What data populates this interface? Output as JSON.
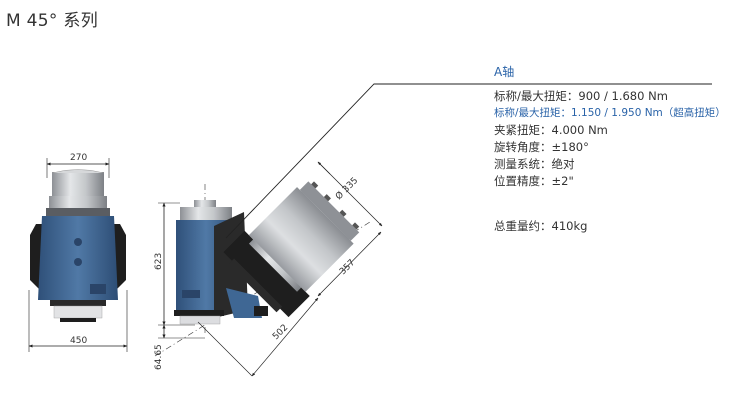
{
  "title": "M 45°  系列",
  "spec_panel": {
    "axis_title": "A轴",
    "rows": [
      {
        "text": "标称/最大扭矩：900 / 1.680 Nm",
        "highlight": false
      },
      {
        "text": "标称/最大扭矩：1.150 / 1.950 Nm（超高扭矩）",
        "highlight": true
      },
      {
        "text": "夹紧扭矩：4.000 Nm",
        "highlight": false
      },
      {
        "text": "旋转角度：±180°",
        "highlight": false
      },
      {
        "text": "测量系统：绝对",
        "highlight": false
      },
      {
        "text": "位置精度：±2\"",
        "highlight": false
      }
    ],
    "weight": "总重量约：410kg"
  },
  "dimensions": {
    "front_top_width": "270",
    "front_bottom_width": "450",
    "side_height": "623",
    "side_offset": "64.65",
    "diameter": "Ø 335",
    "length_357": "357",
    "length_502": "502"
  },
  "colors": {
    "body_blue": "#3f6794",
    "dark": "#1e1e1e",
    "silver": "#b9bcc0",
    "accent_text": "#2a63a8"
  }
}
